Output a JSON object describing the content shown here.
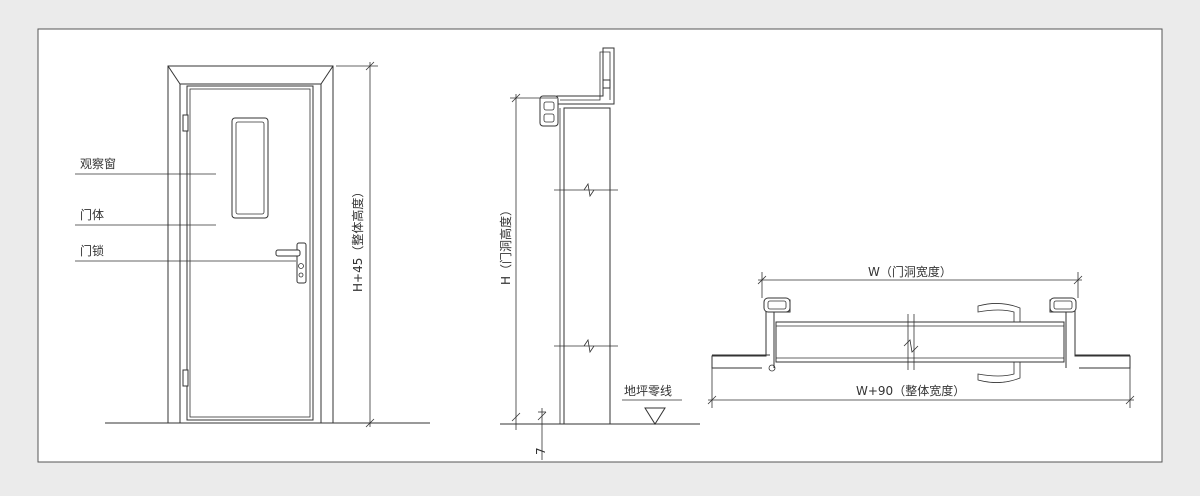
{
  "front_view": {
    "labels": [
      "观察窗",
      "门体",
      "门锁"
    ],
    "height_dim": "H+45（整体高度）"
  },
  "side_view": {
    "height_dim": "H（门洞高度）",
    "gap_dim": "7",
    "floor_label": "地坪零线"
  },
  "plan_view": {
    "width_dim": "W（门洞宽度）",
    "overall_width_dim": "W+90（整体宽度）"
  }
}
